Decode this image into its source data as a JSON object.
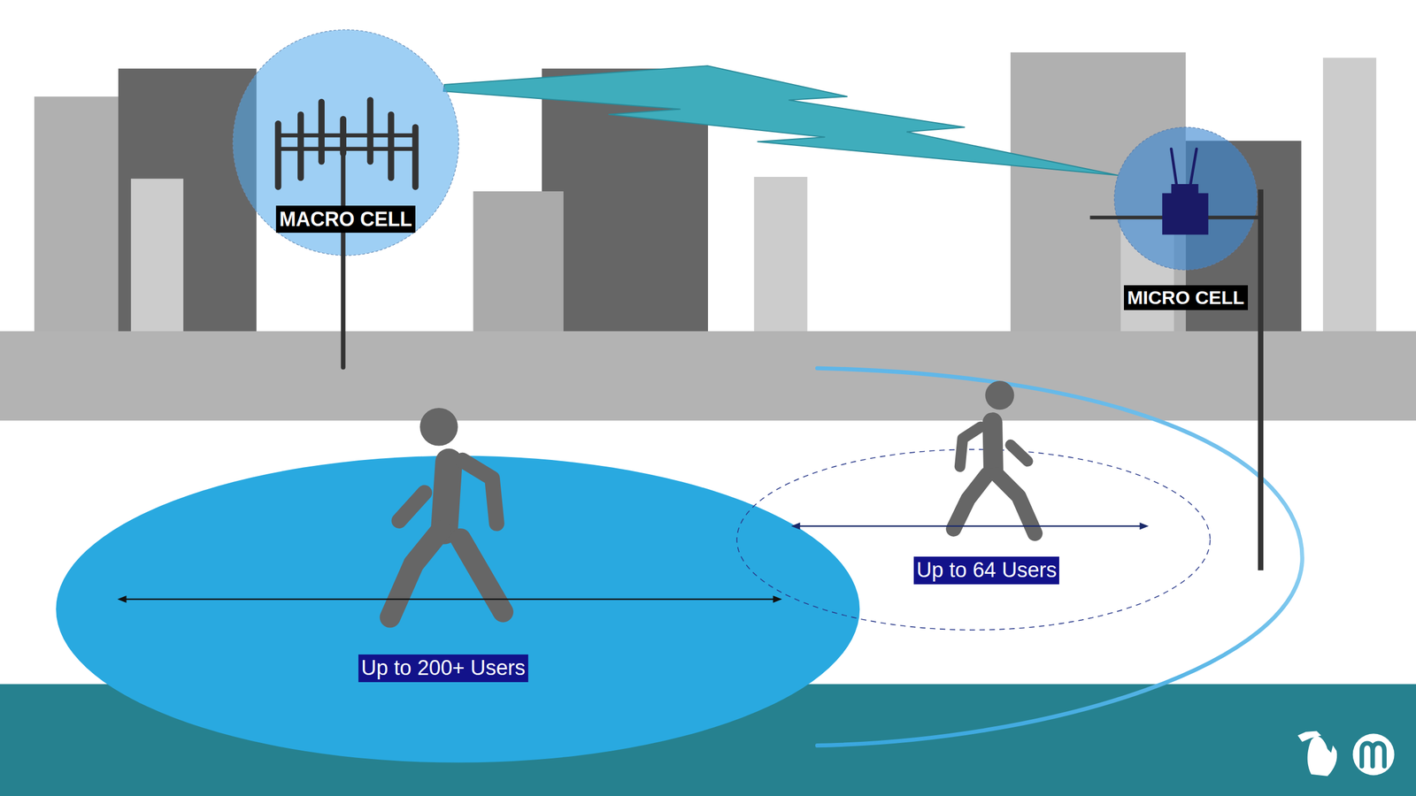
{
  "diagram": {
    "nodes": [
      {
        "text": [
          "MACRO CELL"
        ]
      },
      {
        "text": [
          "MICRO CELL"
        ]
      },
      {
        "text": [
          "Up to 200+ Users"
        ]
      },
      {
        "text": [
          "Up to 64 Users"
        ]
      }
    ],
    "edges": [
      {
        "from": 0,
        "to": 1,
        "arrow": "none"
      }
    ]
  }
}
